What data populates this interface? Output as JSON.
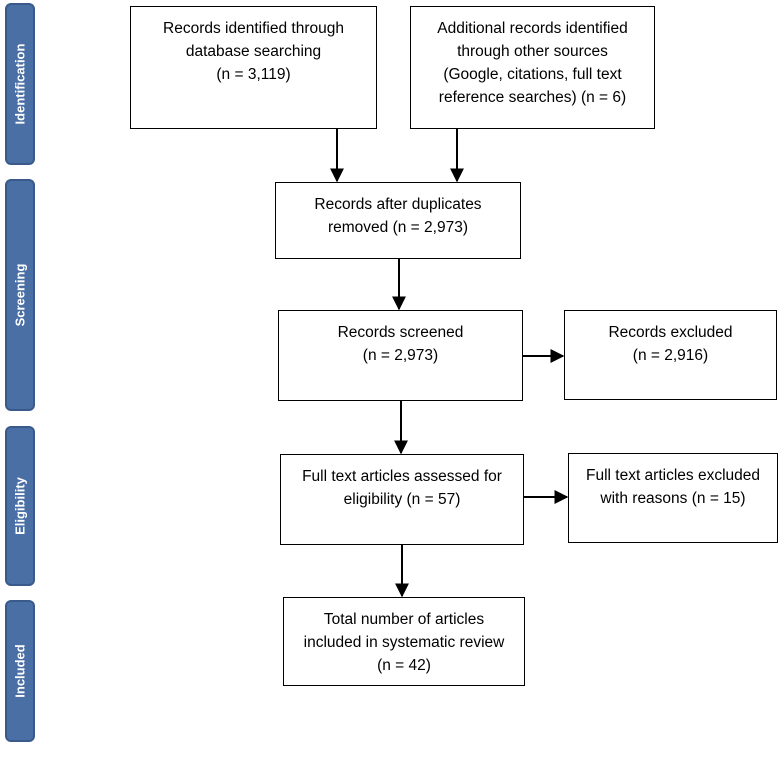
{
  "phases": {
    "identification": "Identification",
    "screening": "Screening",
    "eligibility": "Eligibility",
    "included": "Included"
  },
  "boxes": {
    "database_records": {
      "lines": [
        "Records identified through",
        "database searching",
        "(n = 3,119)"
      ]
    },
    "additional_records": {
      "lines": [
        "Additional records identified",
        "through other sources",
        "(Google, citations, full text",
        "reference searches) (n = 6)"
      ]
    },
    "after_duplicates": {
      "lines": [
        "Records after duplicates",
        "removed (n = 2,973)"
      ]
    },
    "screened": {
      "lines": [
        "Records screened",
        "(n = 2,973)"
      ]
    },
    "excluded": {
      "lines": [
        "Records excluded",
        "(n = 2,916)"
      ]
    },
    "full_text_assessed": {
      "lines": [
        "Full text articles assessed for",
        "eligibility (n = 57)"
      ]
    },
    "full_text_excluded": {
      "lines": [
        "Full text articles excluded",
        "with reasons (n = 15)"
      ]
    },
    "included": {
      "lines": [
        "Total number of articles",
        "included in systematic review",
        "(n = 42)"
      ]
    }
  },
  "colors": {
    "phase_fill": "#4a6fa5",
    "phase_border": "#3a5a8c",
    "phase_text": "#ffffff",
    "box_border": "#000000",
    "arrow": "#000000"
  }
}
